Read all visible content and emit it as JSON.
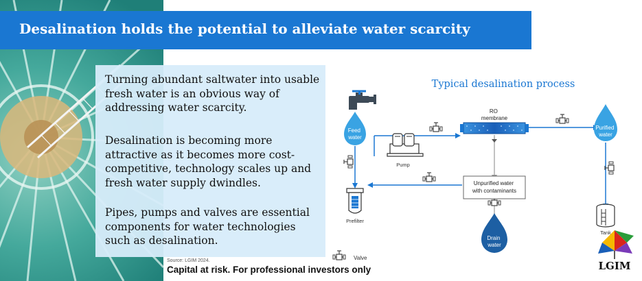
{
  "header": {
    "title": "Desalination holds the potential to alleviate water scarcity"
  },
  "body": {
    "paragraphs": [
      "Turning abundant saltwater into usable fresh water is an obvious way of addressing water scarcity.",
      "Desalination is becoming more attractive as it becomes more cost-competitive, technology scales up and fresh water supply dwindles.",
      "Pipes, pumps and valves are essential components for water technologies such as desalination."
    ]
  },
  "diagram": {
    "title": "Typical desalination process",
    "nodes": {
      "feed": [
        "Feed",
        "water"
      ],
      "pump": "Pump",
      "ro": [
        "RO",
        "membrane"
      ],
      "purified": [
        "Purified",
        "water"
      ],
      "unpurified": [
        "Unpurified water",
        "with contaminants"
      ],
      "prefilter": "Prefilter",
      "drain": [
        "Drain",
        "water"
      ],
      "tank": "Tank"
    },
    "legend": {
      "valve": "Valve"
    },
    "colors": {
      "pipe": "#1a77d2",
      "drop_light": "#39a3e3",
      "drop_dark": "#1d5fa3",
      "membrane": "#1a77d2"
    }
  },
  "footer": {
    "source": "Source: LGIM 2024.",
    "disclaimer": "Capital at risk. For professional investors only"
  },
  "logo": {
    "text": "LGIM"
  }
}
